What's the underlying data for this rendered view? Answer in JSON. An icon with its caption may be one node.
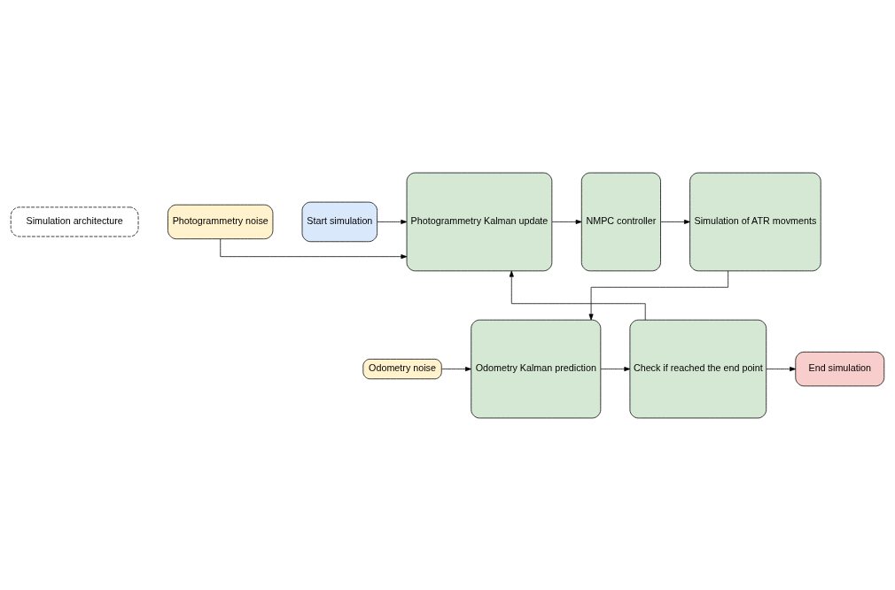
{
  "diagram": {
    "nodes": [
      {
        "text": [
          "Simulation architecture"
        ]
      },
      {
        "text": [
          "Start simulation"
        ]
      },
      {
        "text": [
          "Photogrammetry Kalman update"
        ]
      },
      {
        "text": [
          "Photogrammetry noise"
        ]
      },
      {
        "text": [
          "NMPC controller"
        ]
      },
      {
        "text": [
          "Simulation of ATR movments"
        ]
      },
      {
        "text": [
          "Odometry noise"
        ]
      },
      {
        "text": [
          "Odometry Kalman prediction"
        ]
      },
      {
        "text": [
          "Check if reached the end point"
        ]
      },
      {
        "text": [
          "End simulation"
        ]
      }
    ],
    "edges": [
      {
        "from": 1,
        "to": 2,
        "arrow": "to"
      },
      {
        "from": 3,
        "to": 2,
        "arrow": "to"
      },
      {
        "from": 2,
        "to": 4,
        "arrow": "to"
      },
      {
        "from": 4,
        "to": 5,
        "arrow": "to"
      },
      {
        "from": 5,
        "to": 7,
        "arrow": "to"
      },
      {
        "from": 6,
        "to": 7,
        "arrow": "to"
      },
      {
        "from": 7,
        "to": 8,
        "arrow": "to"
      },
      {
        "from": 8,
        "to": 2,
        "arrow": "to"
      },
      {
        "from": 8,
        "to": 9,
        "arrow": "to"
      }
    ]
  }
}
